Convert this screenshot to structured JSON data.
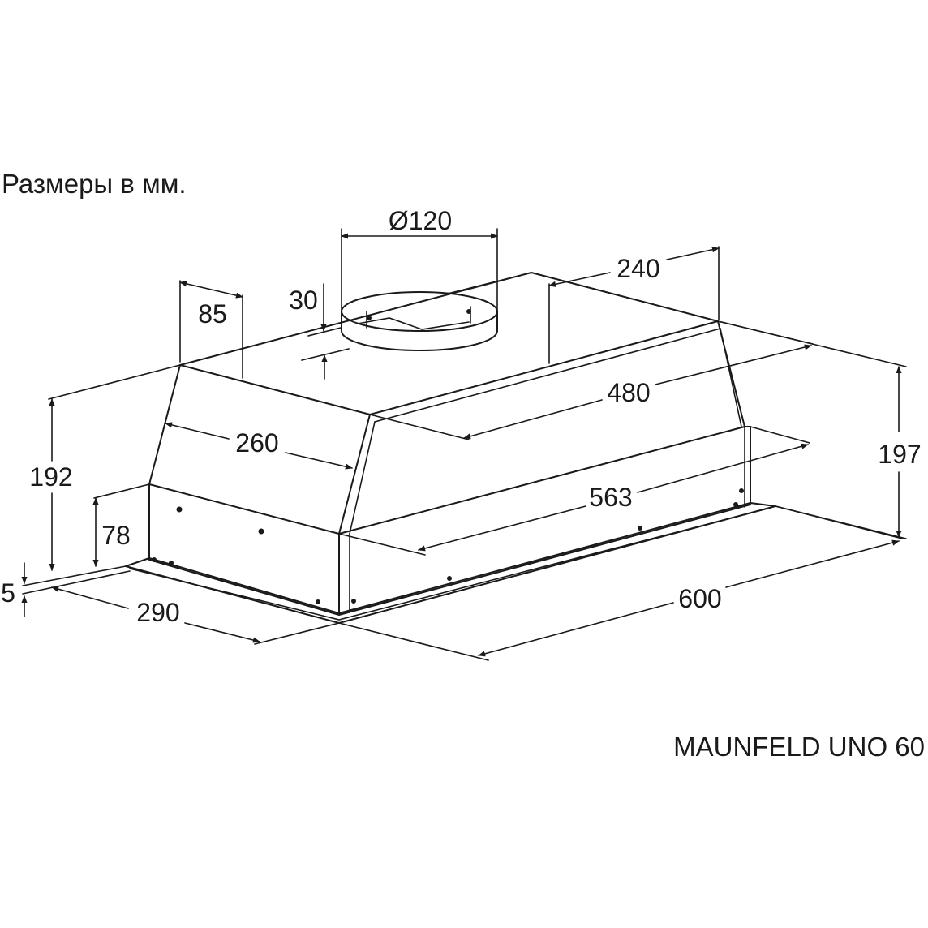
{
  "caption": "Размеры в мм.",
  "model": "MAUNFELD UNO 60",
  "dimensions": {
    "duct_diameter": "Ø120",
    "duct_height": "30",
    "rear_offset": "85",
    "top_depth": "240",
    "top_width": "480",
    "height_total": "197",
    "height_body": "192",
    "depth_body": "260",
    "width_body": "563",
    "front_height": "78",
    "flange_thickness": "5",
    "depth_total": "290",
    "width_total": "600"
  }
}
